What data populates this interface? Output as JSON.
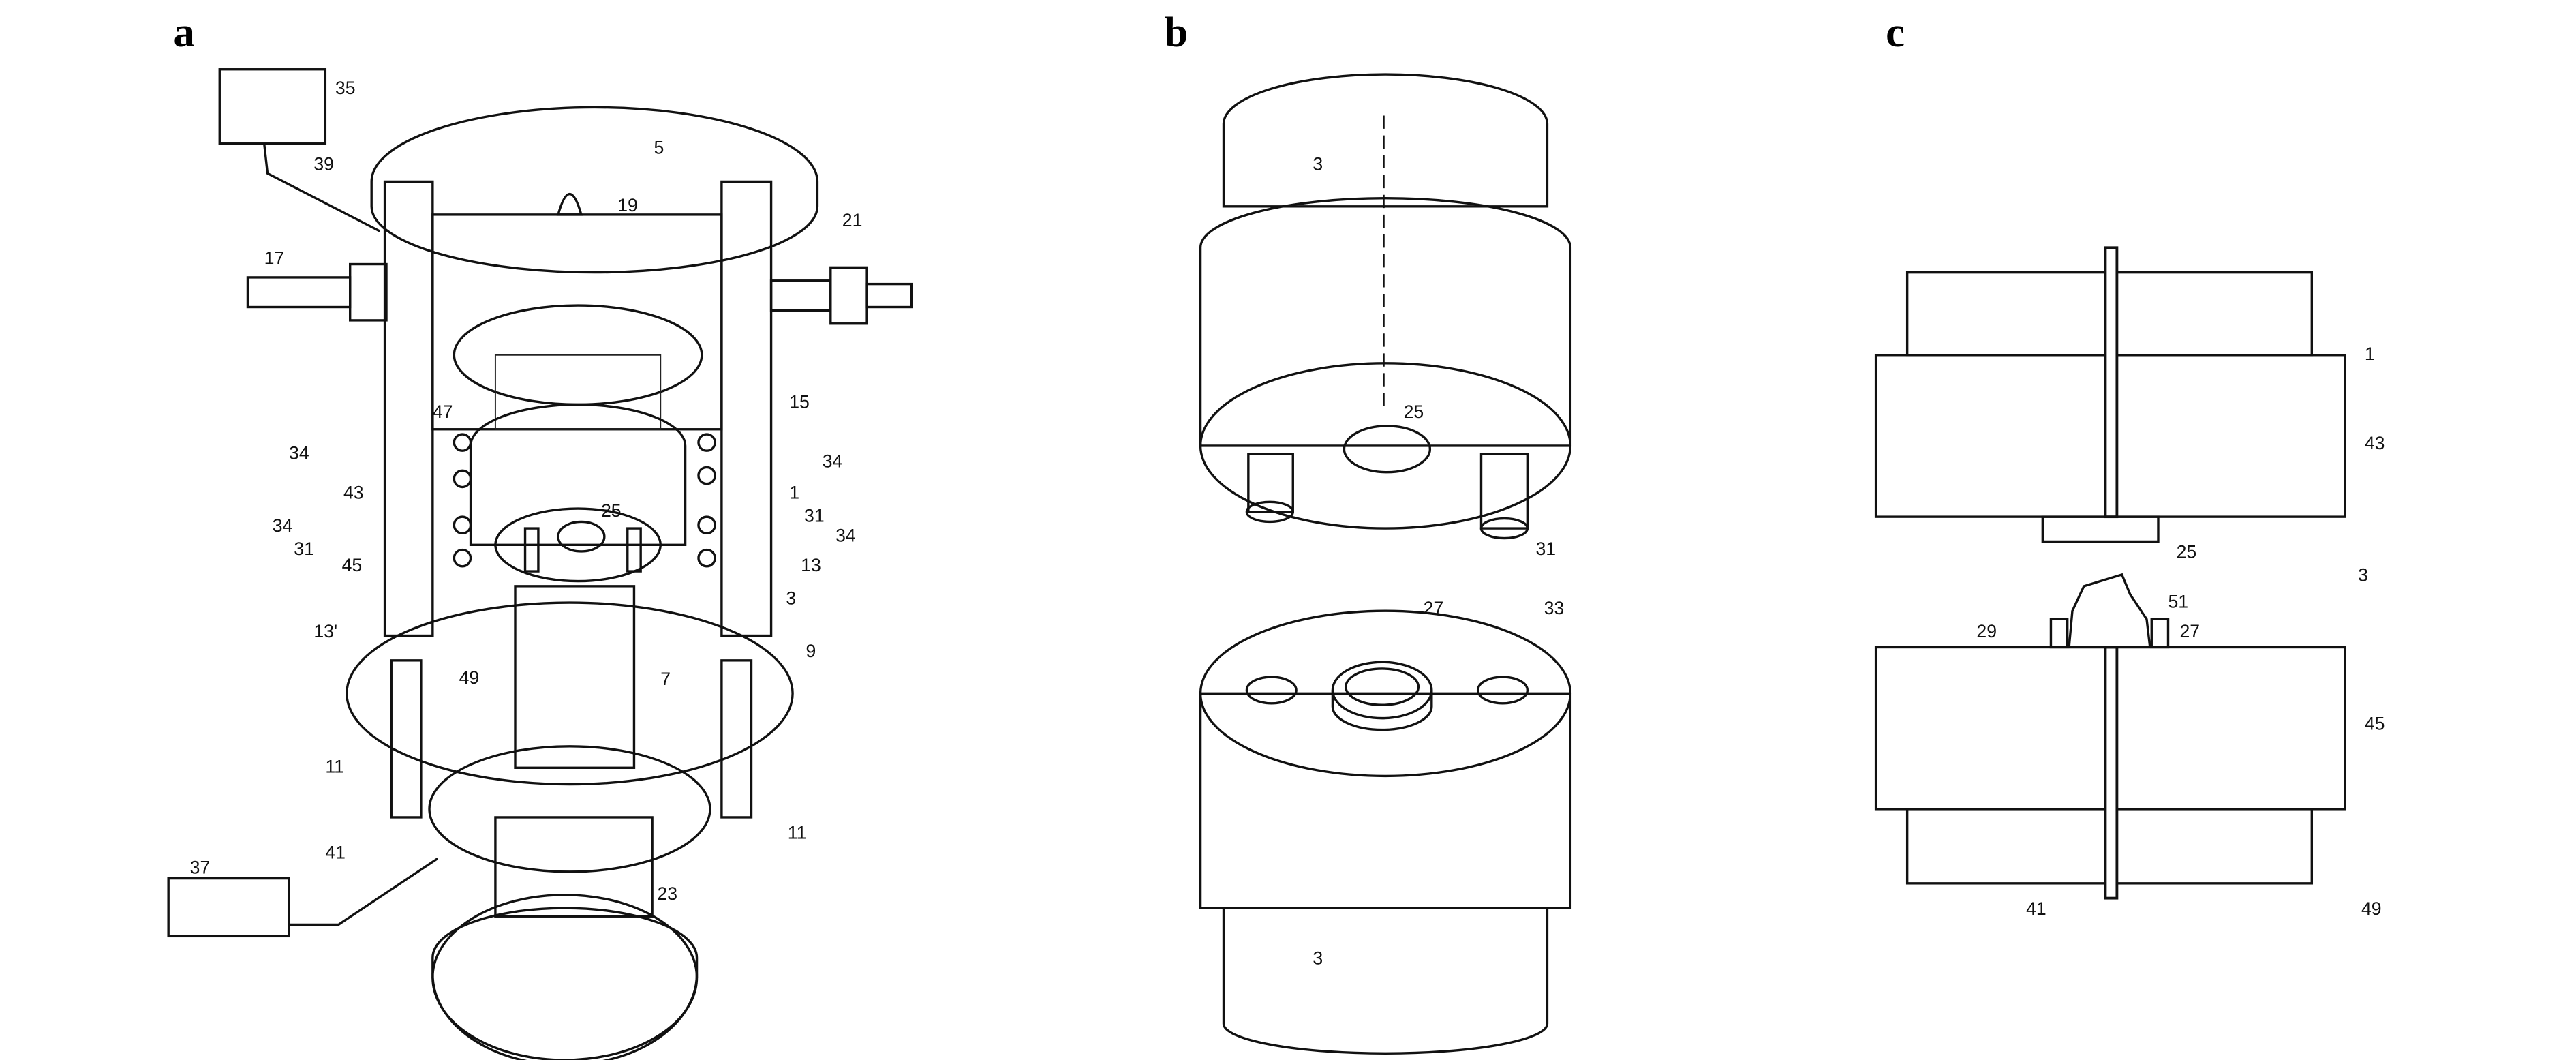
{
  "panels": {
    "a": {
      "letter": "a",
      "labels": [
        "35",
        "39",
        "5",
        "19",
        "17",
        "21",
        "47",
        "15",
        "34",
        "34",
        "43",
        "1",
        "25",
        "31",
        "34",
        "34",
        "31",
        "45",
        "13",
        "3",
        "13'",
        "9",
        "49",
        "7",
        "11",
        "11",
        "37",
        "41",
        "23"
      ]
    },
    "b": {
      "letter": "b",
      "labels": [
        "3",
        "25",
        "31",
        "27",
        "33",
        "3"
      ]
    },
    "c": {
      "letter": "c",
      "labels": [
        "1",
        "43",
        "25",
        "3",
        "51",
        "29",
        "27",
        "45",
        "49",
        "41"
      ]
    }
  },
  "colors": {
    "ink": "#111111",
    "paper": "#ffffff"
  }
}
